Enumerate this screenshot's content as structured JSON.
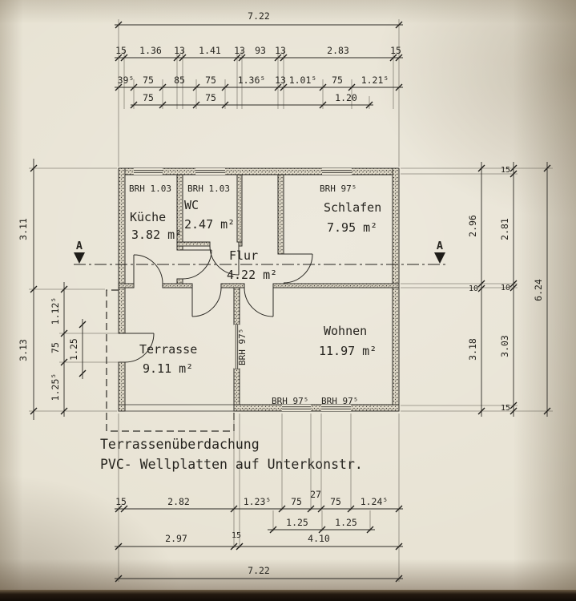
{
  "notes": {
    "line1": "Terrassenüberdachung",
    "line2": "PVC- Wellplatten auf Unterkonstr."
  },
  "section_marker": {
    "left": "A",
    "right": "A"
  },
  "rooms": {
    "kueche": {
      "name": "Küche",
      "area": "3.82 m²",
      "brh": "BRH 1.03"
    },
    "wc": {
      "name": "WC",
      "area": "2.47 m²",
      "brh": "BRH 1.03"
    },
    "schlafen": {
      "name": "Schlafen",
      "area": "7.95 m²",
      "brh": "BRH 97⁵"
    },
    "flur": {
      "name": "Flur",
      "area": "4.22 m²"
    },
    "wohnen": {
      "name": "Wohnen",
      "area": "11.97 m²",
      "brh_left": "BRH 97⁵",
      "brh_bottom1": "BRH 97⁵",
      "brh_bottom2": "BRH 97⁵"
    },
    "terrasse": {
      "name": "Terrasse",
      "area": "9.11 m²"
    }
  },
  "dims": {
    "top_overall": "7.22",
    "top_row1": [
      "15",
      "1.36",
      "13",
      "1.41",
      "13",
      "93",
      "13",
      "2.83",
      "15"
    ],
    "top_row2": [
      "39⁵",
      "75",
      "85",
      "75",
      "1.36⁵",
      "13",
      "1.01⁵",
      "75",
      "1.21⁵"
    ],
    "top_row3": [
      "75",
      "75",
      "1.20"
    ],
    "left_outer": [
      "3.11",
      "3.13"
    ],
    "left_inner": [
      "1.12⁵",
      "75",
      "1.25⁵"
    ],
    "left_inner2": [
      "1.25"
    ],
    "right_inner": [
      "2.96",
      "10",
      "3.18"
    ],
    "right_mid": [
      "15",
      "2.81",
      "10",
      "3.03",
      "15"
    ],
    "right_overall": "6.24",
    "bottom_row1": [
      "15",
      "2.82",
      "1.23⁵",
      "75",
      "27",
      "75",
      "1.24⁵"
    ],
    "bottom_sub": [
      "1.25",
      "1.25"
    ],
    "bottom_row2": [
      "2.97",
      "15",
      "4.10"
    ],
    "bottom_overall": "7.22"
  }
}
